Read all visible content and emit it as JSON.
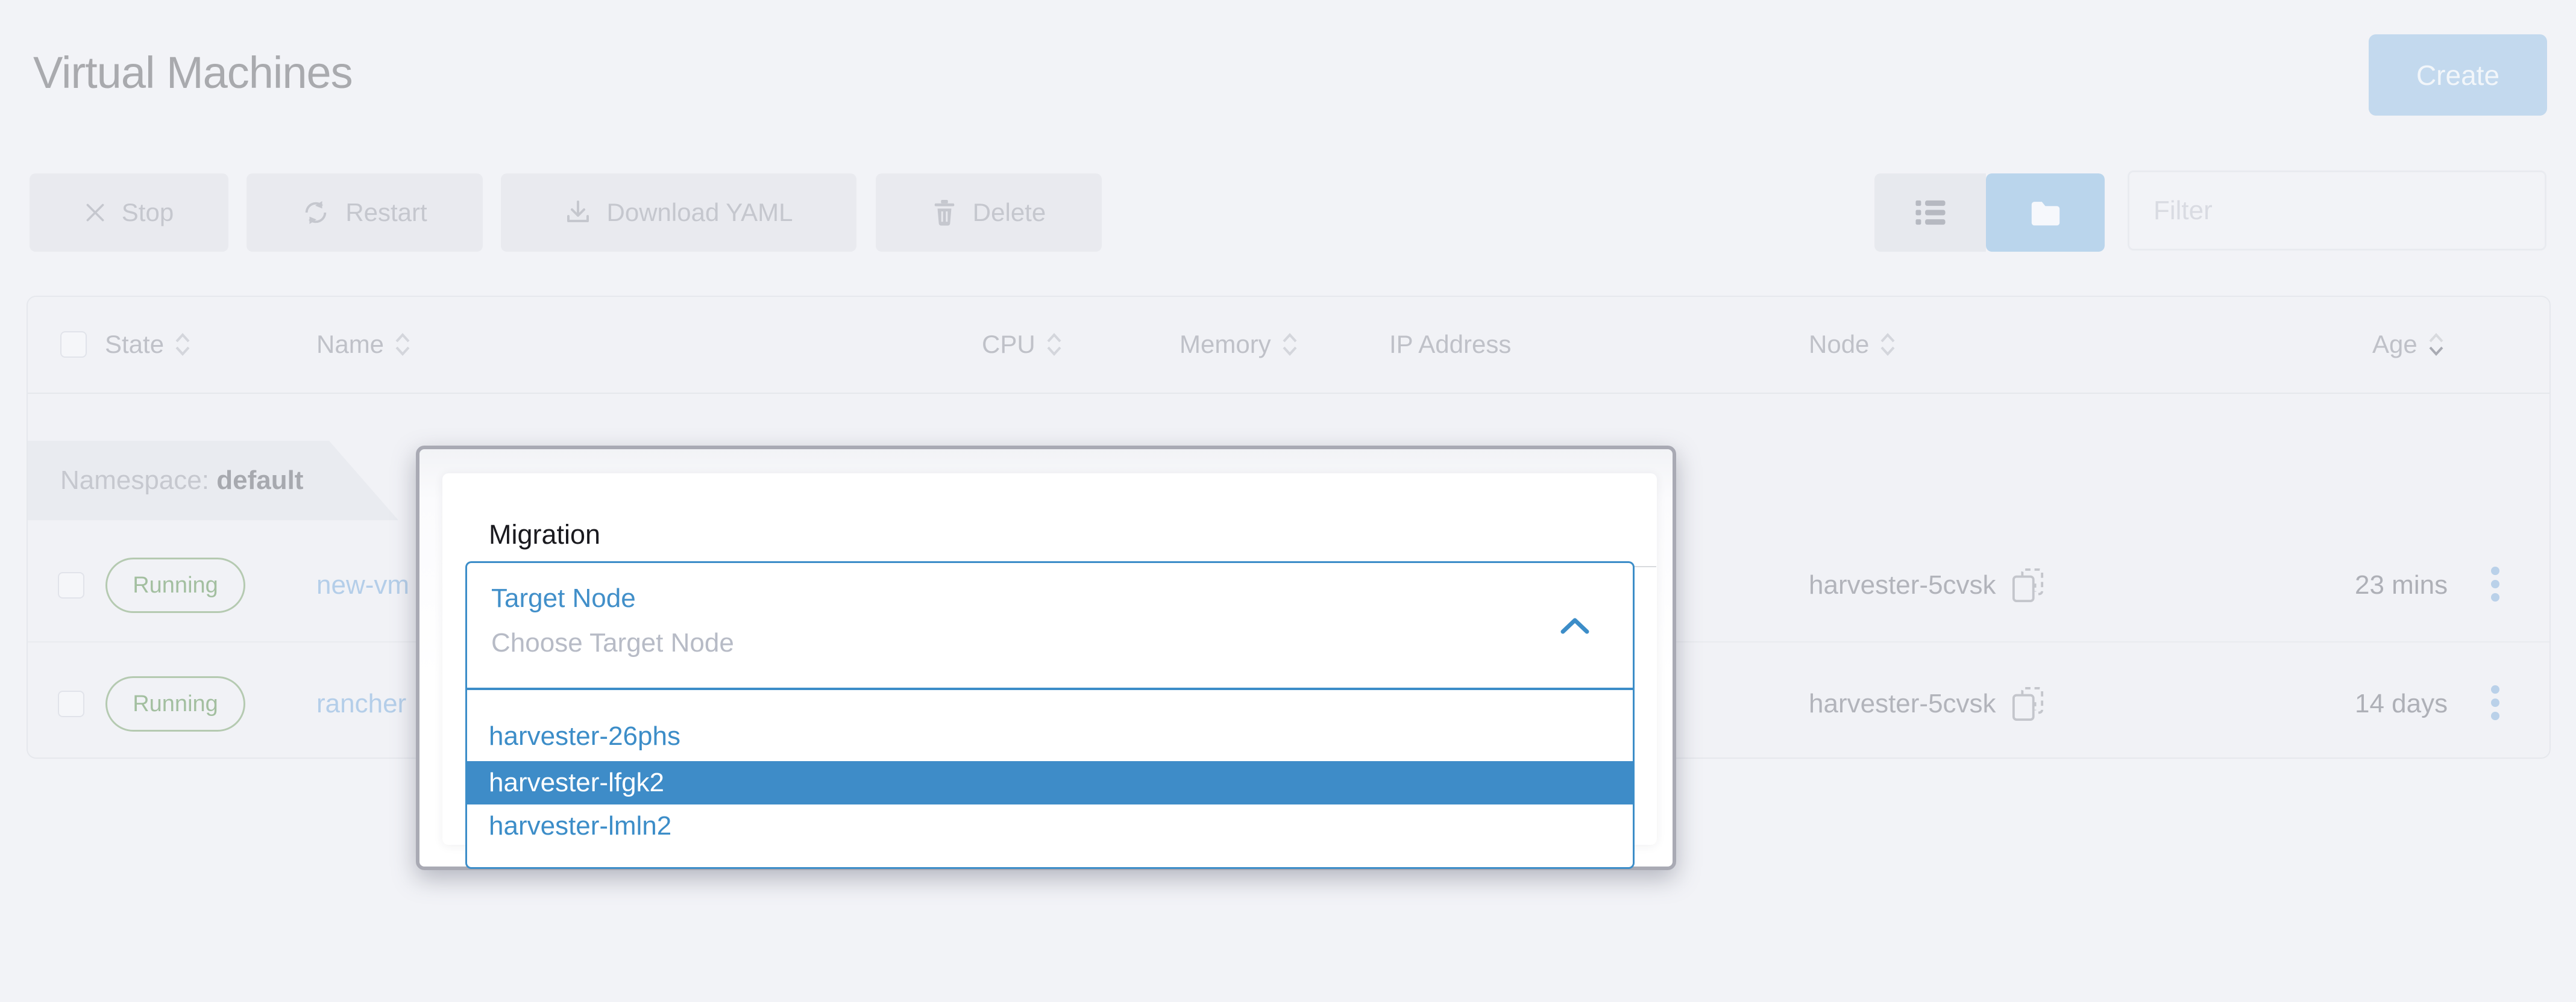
{
  "page": {
    "title": "Virtual Machines"
  },
  "header": {
    "create_button": "Create"
  },
  "toolbar": {
    "buttons": [
      {
        "label": "Stop",
        "icon": "x-icon"
      },
      {
        "label": "Restart",
        "icon": "refresh-icon"
      },
      {
        "label": "Download YAML",
        "icon": "download-icon"
      },
      {
        "label": "Delete",
        "icon": "trash-icon"
      }
    ],
    "filter_placeholder": "Filter"
  },
  "view_toggle": {
    "options": [
      {
        "icon": "list-icon",
        "active": false
      },
      {
        "icon": "folder-icon",
        "active": true
      }
    ]
  },
  "table": {
    "columns": [
      {
        "label": "State",
        "sortable": true
      },
      {
        "label": "Name",
        "sortable": true
      },
      {
        "label": "CPU",
        "sortable": true
      },
      {
        "label": "Memory",
        "sortable": true
      },
      {
        "label": "IP Address",
        "sortable": false
      },
      {
        "label": "Node",
        "sortable": true
      },
      {
        "label": "Age",
        "sortable": true,
        "sort_active": "desc"
      }
    ],
    "group_header": {
      "prefix": "Namespace: ",
      "value": "default"
    },
    "rows": [
      {
        "state": "Running",
        "name": "new-vm",
        "node": "harvester-5cvsk",
        "age": "23 mins"
      },
      {
        "state": "Running",
        "name": "rancher",
        "node": "harvester-5cvsk",
        "age": "14 days"
      }
    ]
  },
  "modal": {
    "title": "Migration",
    "select": {
      "label": "Target Node",
      "placeholder": "Choose Target Node"
    },
    "options": [
      {
        "label": "harvester-26phs",
        "selected": false
      },
      {
        "label": "harvester-lfgk2",
        "selected": true
      },
      {
        "label": "harvester-lmln2",
        "selected": false
      }
    ]
  },
  "colors": {
    "page_bg": "#f2f3f7",
    "accent_blue": "#3c8dc8",
    "selected_option_bg": "#3e8cc8",
    "create_button_bg": "#c3d9ee",
    "running_green": "#a3bfa0",
    "link_blue": "#b4cee9",
    "modal_border": "#a9aab4"
  }
}
